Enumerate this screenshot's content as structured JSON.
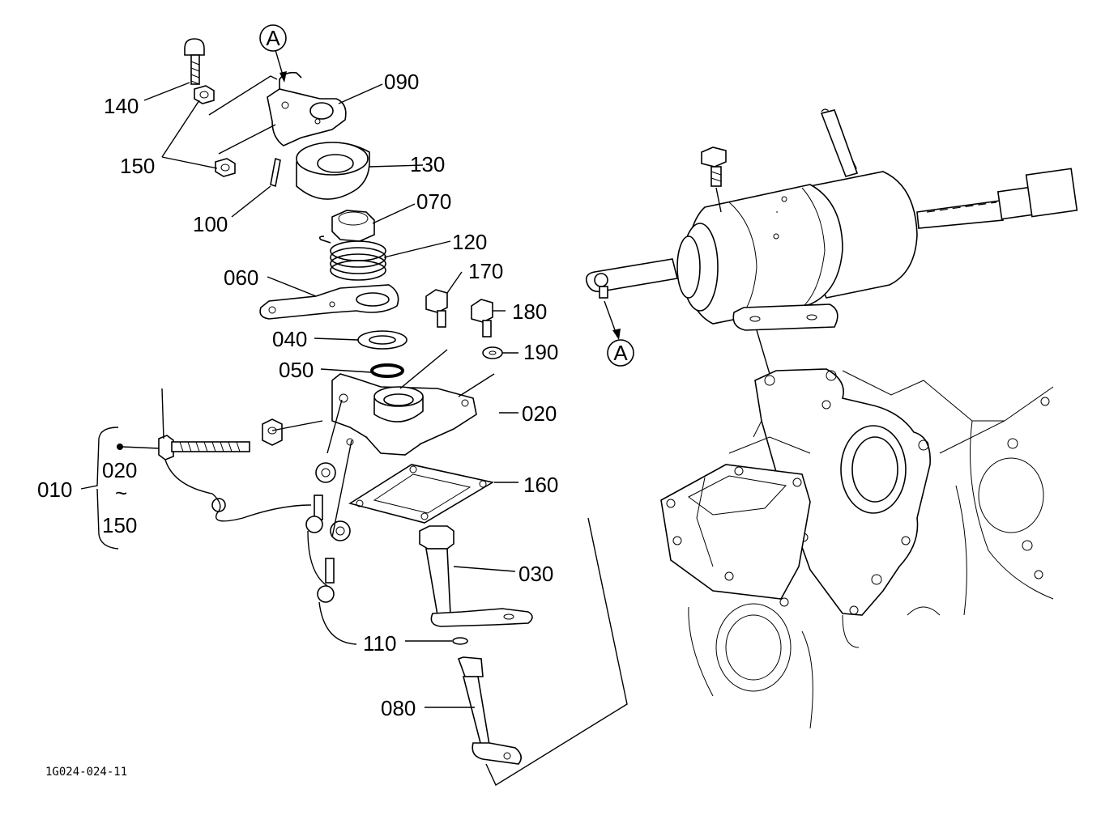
{
  "diagram": {
    "labels": {
      "p140": "140",
      "p150": "150",
      "p090": "090",
      "p130": "130",
      "p100": "100",
      "p070": "070",
      "p120": "120",
      "p060": "060",
      "p170": "170",
      "p180": "180",
      "p040": "040",
      "p190": "190",
      "p050": "050",
      "p020": "020",
      "p160": "160",
      "p030": "030",
      "p110": "110",
      "p080": "080",
      "p010": "010",
      "range_from": "020",
      "range_sep": "~",
      "range_to": "150",
      "ref_a_top": "A",
      "ref_a_right": "A"
    },
    "figure_code": "1G024-024-11"
  }
}
